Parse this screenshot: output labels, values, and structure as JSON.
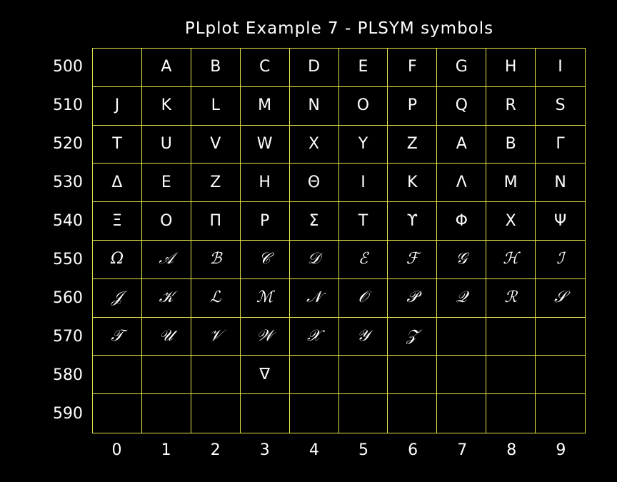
{
  "title": "PLplot Example 7 - PLSYM symbols",
  "colors": {
    "background": "#000000",
    "grid": "#e6e64a",
    "text": "#ffffff"
  },
  "row_labels": [
    "500",
    "510",
    "520",
    "530",
    "540",
    "550",
    "560",
    "570",
    "580",
    "590"
  ],
  "col_labels": [
    "0",
    "1",
    "2",
    "3",
    "4",
    "5",
    "6",
    "7",
    "8",
    "9"
  ],
  "rows": [
    [
      "",
      "A",
      "B",
      "C",
      "D",
      "E",
      "F",
      "G",
      "H",
      "I"
    ],
    [
      "J",
      "K",
      "L",
      "M",
      "N",
      "O",
      "P",
      "Q",
      "R",
      "S"
    ],
    [
      "T",
      "U",
      "V",
      "W",
      "X",
      "Y",
      "Z",
      "A",
      "B",
      "Γ"
    ],
    [
      "Δ",
      "E",
      "Z",
      "H",
      "Θ",
      "I",
      "K",
      "Λ",
      "M",
      "N"
    ],
    [
      "Ξ",
      "O",
      "Π",
      "P",
      "Σ",
      "T",
      "ϒ",
      "Φ",
      "X",
      "Ψ"
    ],
    [
      "Ω",
      "𝒜",
      "ℬ",
      "𝒞",
      "𝒟",
      "ℰ",
      "ℱ",
      "𝒢",
      "ℋ",
      "ℐ"
    ],
    [
      "𝒥",
      "𝒦",
      "ℒ",
      "ℳ",
      "𝒩",
      "𝒪",
      "𝒫",
      "𝒬",
      "ℛ",
      "𝒮"
    ],
    [
      "𝒯",
      "𝒰",
      "𝒱",
      "𝒲",
      "𝒳",
      "𝒴",
      "𝒵",
      "",
      "",
      ""
    ],
    [
      "",
      "",
      "",
      "∇",
      "",
      "",
      "",
      "",
      "",
      ""
    ],
    [
      "",
      "",
      "",
      "",
      "",
      "",
      "",
      "",
      "",
      ""
    ]
  ],
  "script_rows": [
    5,
    6,
    7
  ]
}
